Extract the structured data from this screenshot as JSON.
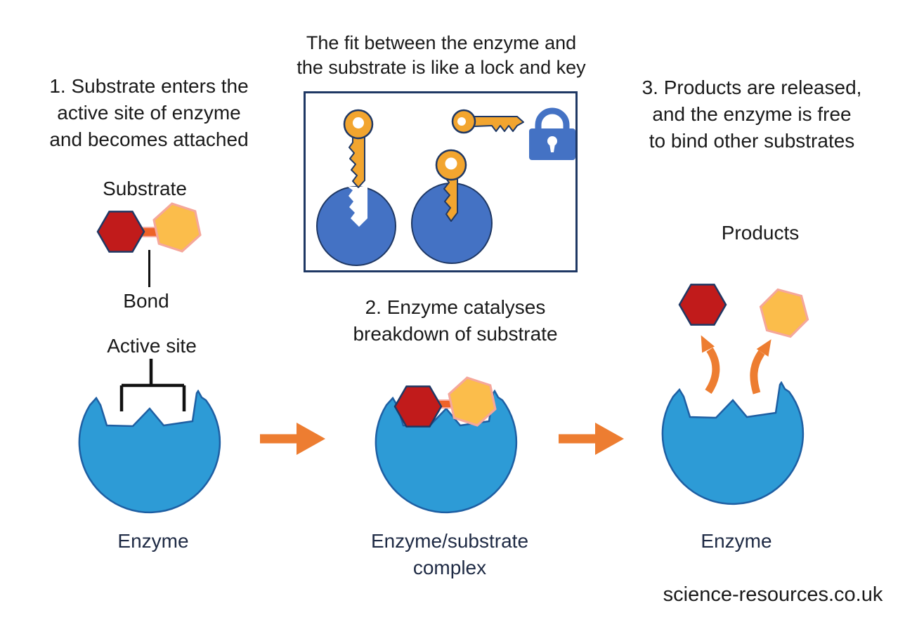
{
  "caption": {
    "lock_key": "The fit between the enzyme and\nthe substrate is like a lock and key"
  },
  "steps": {
    "step1": "1. Substrate enters the\nactive site of enzyme\nand becomes attached",
    "step2": "2. Enzyme catalyses\nbreakdown of substrate",
    "step3": "3. Products are released,\nand the enzyme is free\nto bind other substrates"
  },
  "labels": {
    "substrate": "Substrate",
    "bond": "Bond",
    "active_site": "Active site",
    "enzyme_left": "Enzyme",
    "enzyme_complex": "Enzyme/substrate\ncomplex",
    "enzyme_right": "Enzyme",
    "products": "Products"
  },
  "watermark": "science-resources.co.uk",
  "icons": {
    "vertical_key_1": "key-icon",
    "vertical_key_2": "key-icon",
    "horizontal_key": "key-icon",
    "padlock": "padlock-icon",
    "lock_circle": "lock-circle-icon",
    "enzyme": "enzyme-shape-icon",
    "red_hexagon": "substrate-red-hexagon",
    "orange_hexagon": "substrate-orange-hexagon",
    "straight_arrow": "right-arrow-icon",
    "curved_arrow": "curved-up-arrow-icon"
  },
  "colors": {
    "enzyme_fill": "#2D9BD6",
    "enzyme_stroke": "#1E5FA3",
    "lock_blue": "#4472C4",
    "outline_navy": "#1F3864",
    "key_orange": "#F2A52F",
    "hex_red": "#C11B1B",
    "hex_orange": "#FBBD4B",
    "hex_orange_stroke": "#F5A79B",
    "bond_orange": "#EE6329",
    "arrow_orange": "#ED7D31",
    "text_dark": "#1A1A1A",
    "text_navy": "#1E2A44",
    "background": "#FFFFFF"
  }
}
